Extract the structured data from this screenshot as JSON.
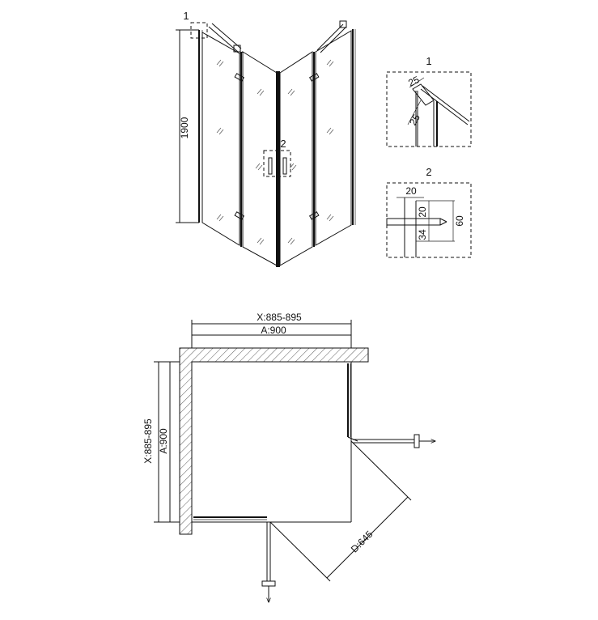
{
  "elevation": {
    "height_label": "1900",
    "callout_1": "1",
    "callout_2": "2"
  },
  "detail_1": {
    "title": "1",
    "dim_top": "25",
    "dim_diag": "25"
  },
  "detail_2": {
    "title": "2",
    "dim_width": "20",
    "dim_upper": "20",
    "dim_lower": "34",
    "dim_total": "60"
  },
  "plan": {
    "x_range_top": "X:885-895",
    "a_top": "A:900",
    "x_range_left": "X:885-895",
    "a_left": "A:900",
    "diagonal": "D:645"
  },
  "colors": {
    "line": "#111111",
    "background": "#ffffff"
  }
}
